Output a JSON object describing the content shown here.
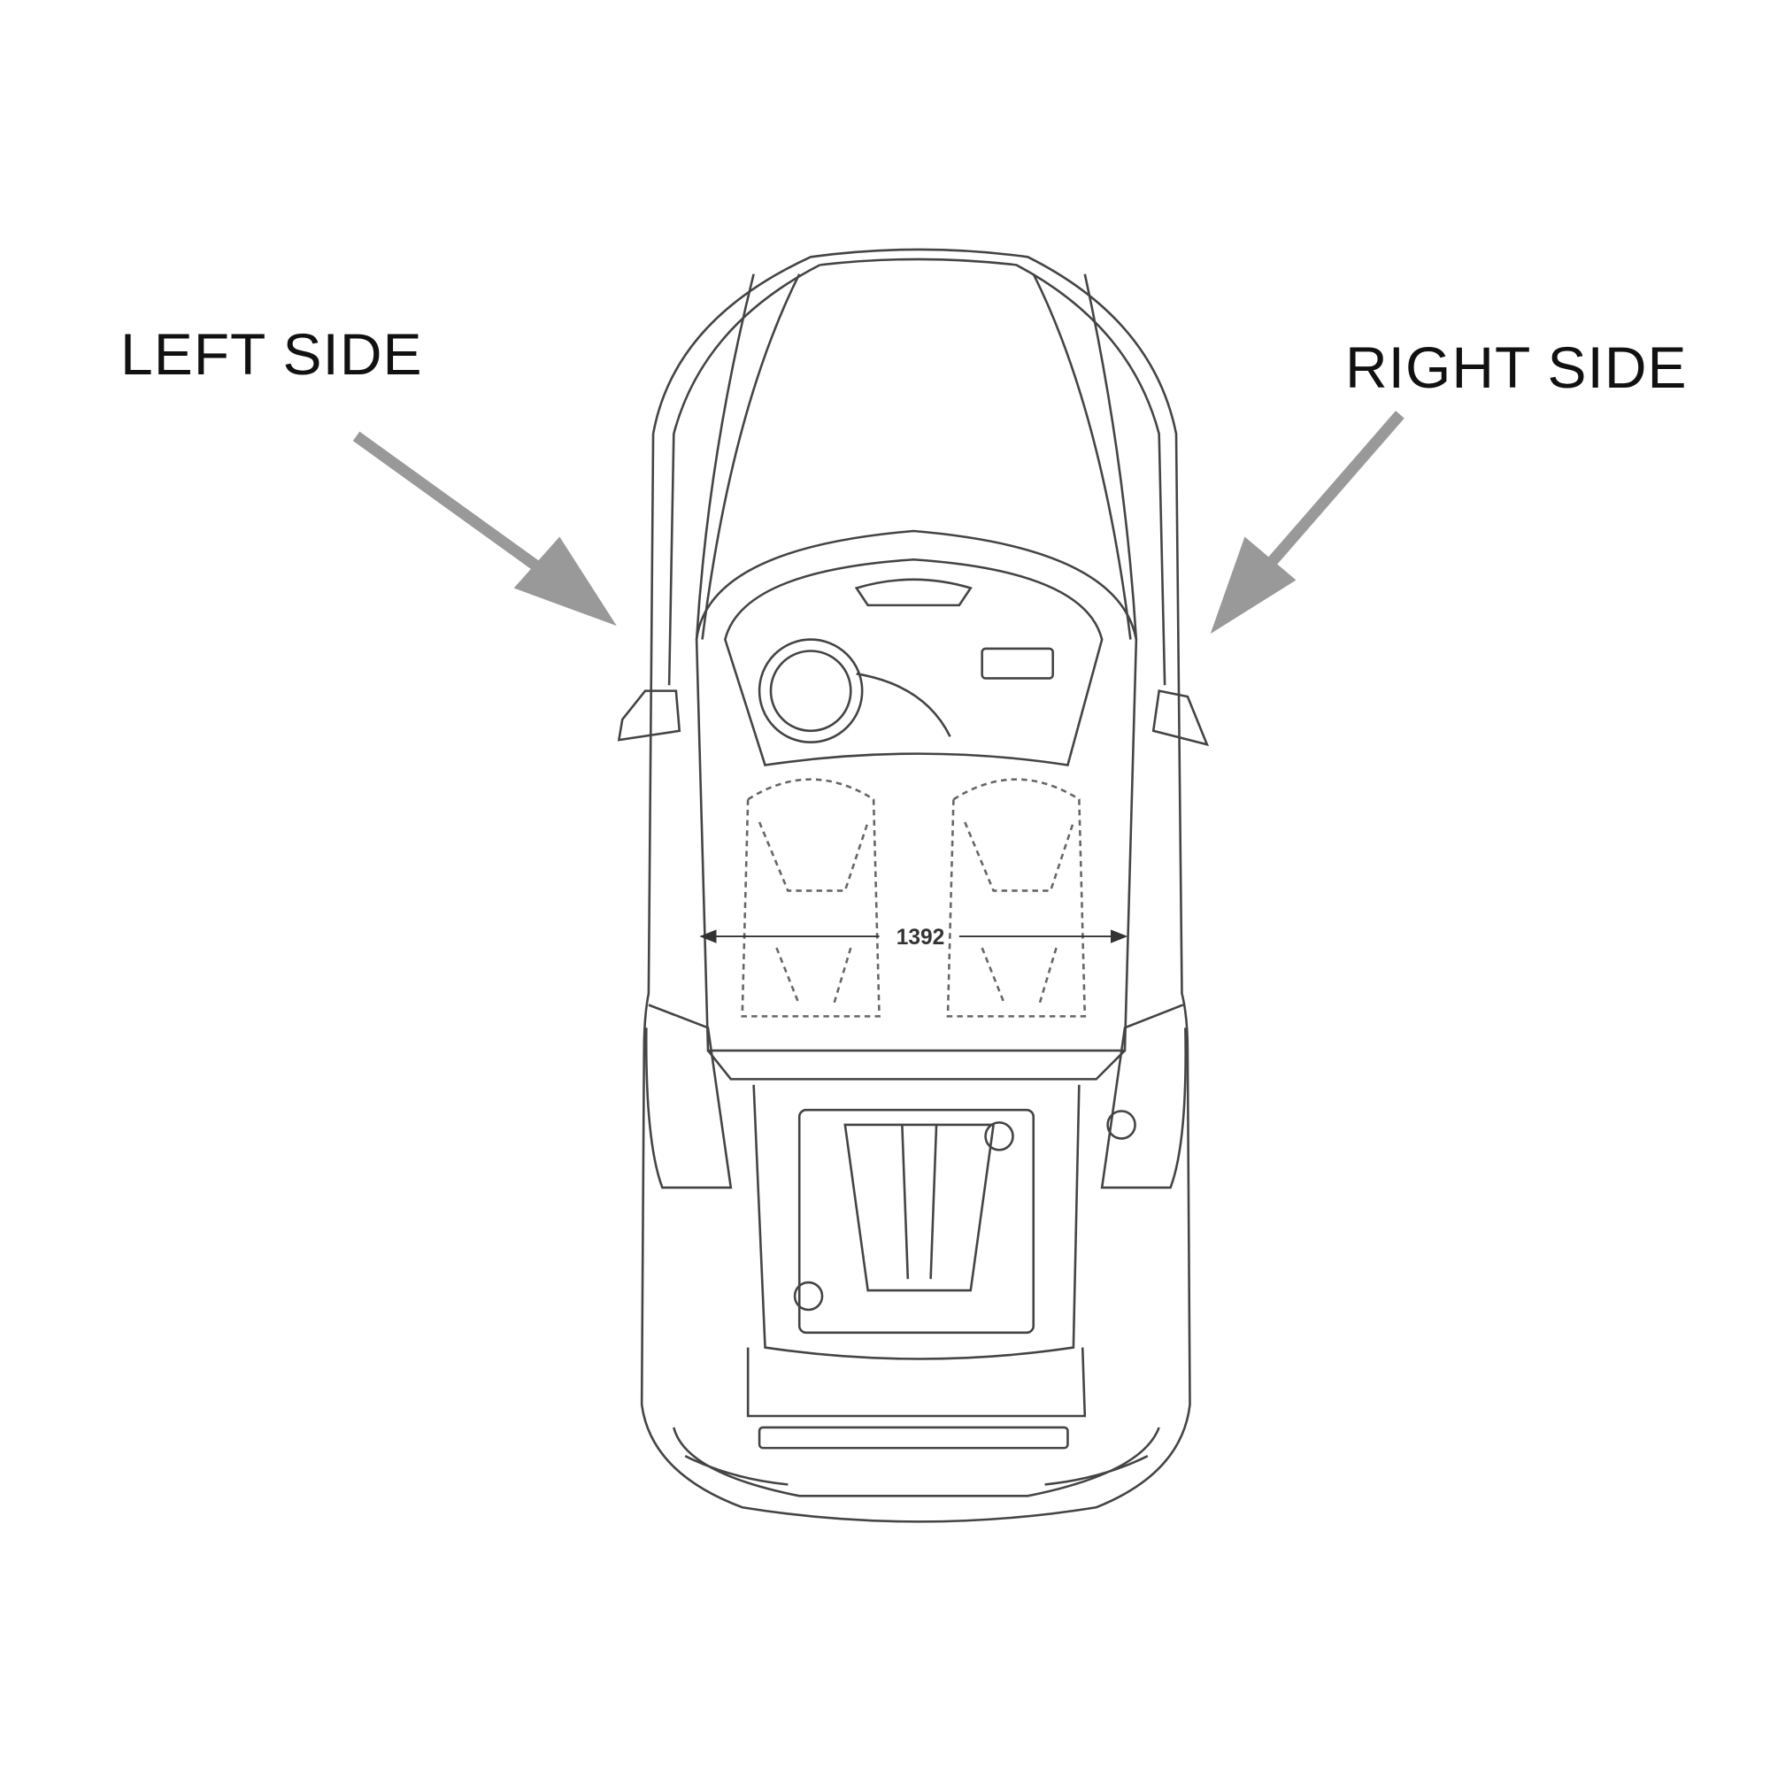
{
  "labels": {
    "left": "LEFT SIDE",
    "right": "RIGHT SIDE"
  },
  "dimension": {
    "value": "1392"
  },
  "colors": {
    "arrow": "#999999",
    "line": "#444444"
  }
}
